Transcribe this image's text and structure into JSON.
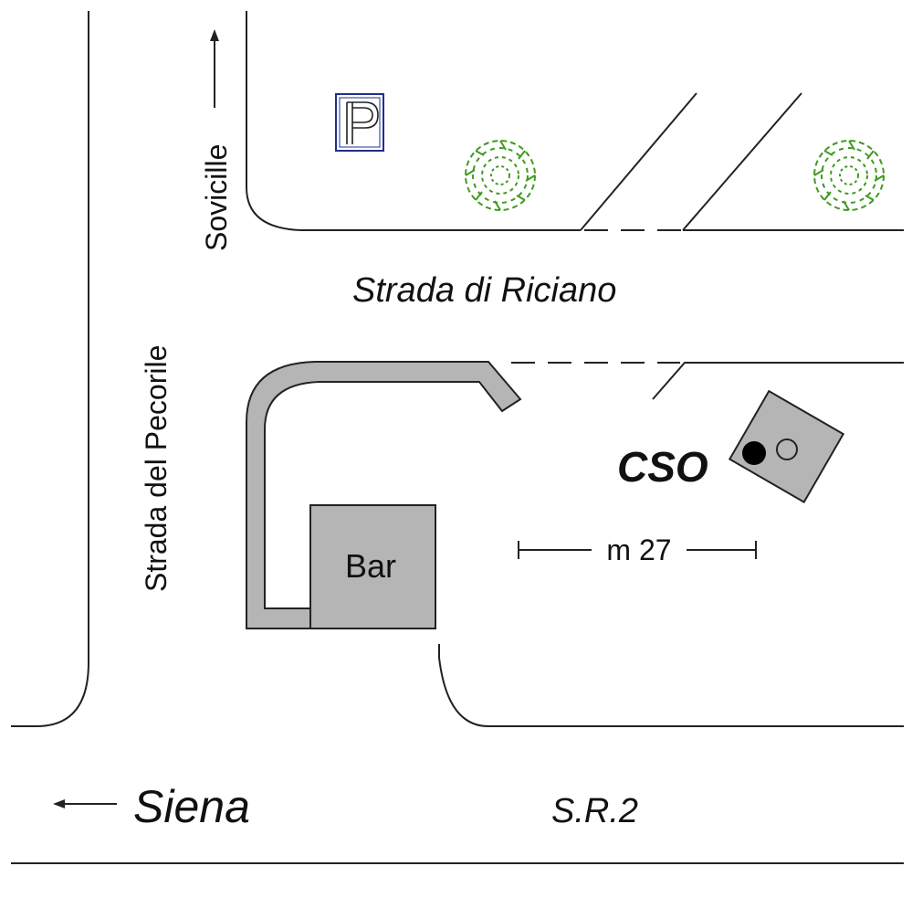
{
  "map": {
    "roads": {
      "vertical_road": "Strada del Pecorile",
      "upper_road": "Strada di Riciano",
      "main_road": "S.R.2"
    },
    "directions": {
      "north": "Sovicille",
      "west": "Siena"
    },
    "landmarks": {
      "bar": "Bar",
      "station": "CSO",
      "parking_icon": "P"
    },
    "scale": {
      "label": "m 27"
    },
    "colors": {
      "building_fill": "#b5b5b5",
      "line": "#222222",
      "tree": "#3f9a1f",
      "parking_border": "#1f2f8a",
      "station_dot": "#000000"
    },
    "icons": [
      "parking-icon",
      "tree-icon",
      "arrow-up-icon",
      "arrow-left-icon",
      "station-dot-icon"
    ]
  }
}
